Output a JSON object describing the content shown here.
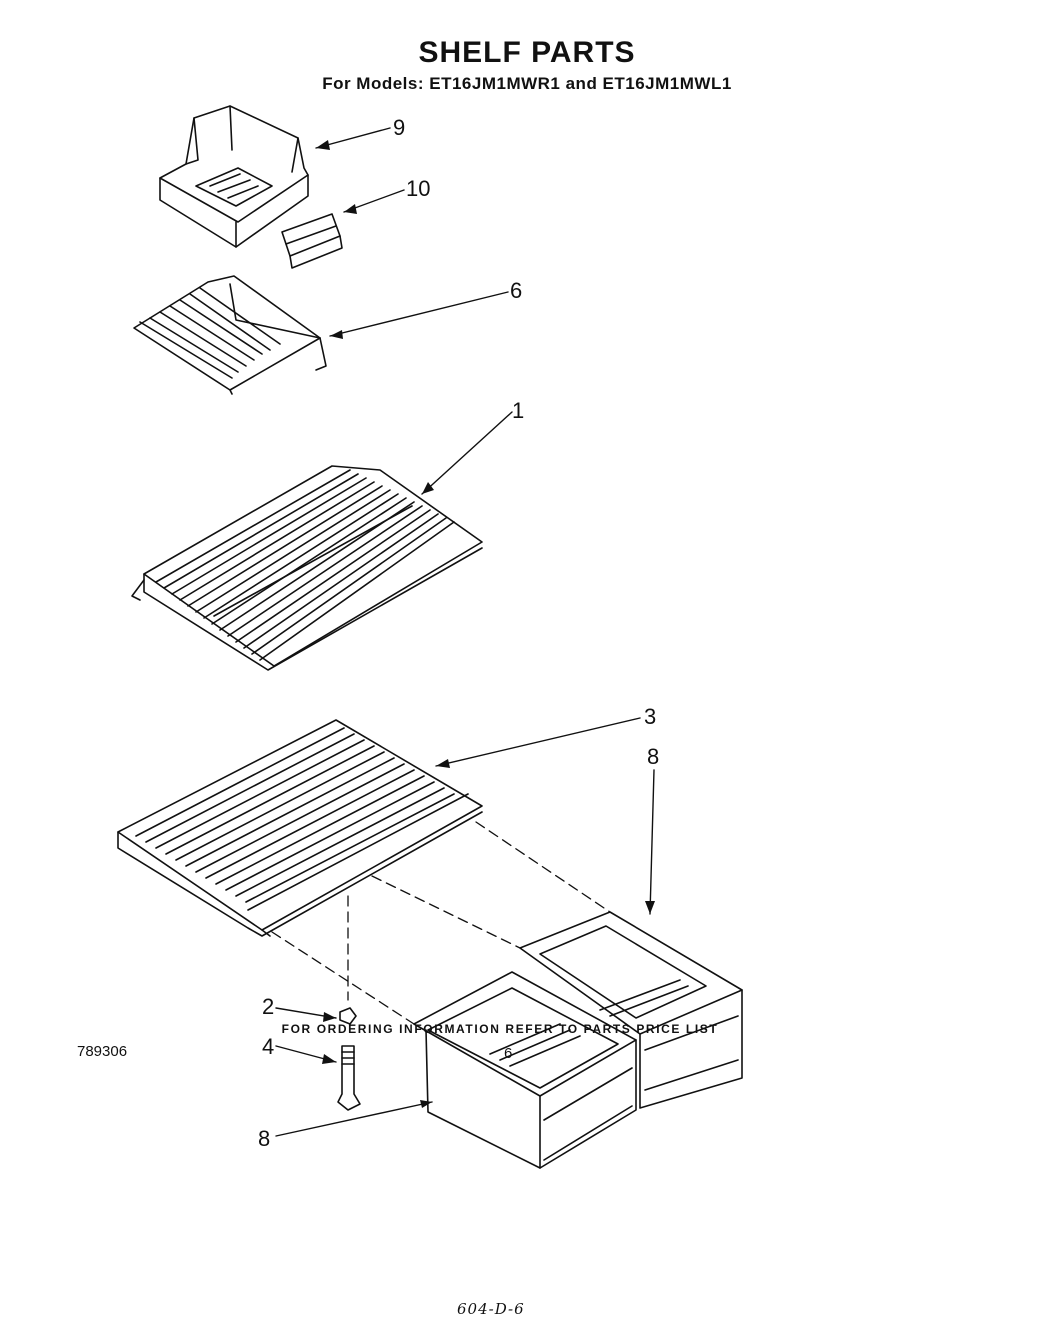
{
  "title": "SHELF PARTS",
  "subtitle": "For Models: ET16JM1MWR1  and ET16JM1MWL1",
  "callouts": {
    "part_9": "9",
    "part_10": "10",
    "part_6": "6",
    "part_1": "1",
    "part_3": "3",
    "part_8_right": "8",
    "part_2": "2",
    "part_4": "4",
    "part_8_left": "8"
  },
  "footer": "FOR ORDERING INFORMATION REFER TO PARTS PRICE LIST",
  "doc_number": "789306",
  "page_number": "6",
  "handwritten_note": "604-D-6"
}
